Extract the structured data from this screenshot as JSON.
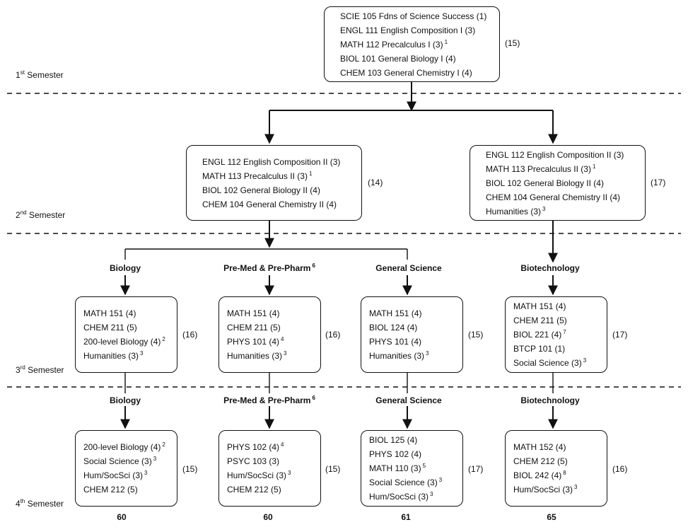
{
  "semesters": {
    "s1": {
      "num": "1",
      "sup": "st",
      "word": "Semester"
    },
    "s2": {
      "num": "2",
      "sup": "nd",
      "word": "Semester"
    },
    "s3": {
      "num": "3",
      "sup": "rd",
      "word": "Semester"
    },
    "s4": {
      "num": "4",
      "sup": "th",
      "word": "Semester"
    }
  },
  "boxes": {
    "sem1": {
      "credits": "(15)",
      "courses": [
        {
          "text": "SCIE 105 Fdns of Science Success (1)",
          "note": ""
        },
        {
          "text": "ENGL 111 English Composition I (3)",
          "note": ""
        },
        {
          "text": "MATH 112 Precalculus I (3)",
          "note": "1"
        },
        {
          "text": "BIOL 101 General Biology I (4)",
          "note": ""
        },
        {
          "text": "CHEM 103 General Chemistry I (4)",
          "note": ""
        }
      ]
    },
    "sem2_left": {
      "credits": "(14)",
      "courses": [
        {
          "text": "ENGL 112 English Composition II (3)",
          "note": ""
        },
        {
          "text": "MATH 113 Precalculus II (3)",
          "note": "1"
        },
        {
          "text": "BIOL 102 General Biology II (4)",
          "note": ""
        },
        {
          "text": "CHEM 104 General Chemistry II (4)",
          "note": ""
        }
      ]
    },
    "sem2_right": {
      "credits": "(17)",
      "courses": [
        {
          "text": "ENGL 112 English Composition II (3)",
          "note": ""
        },
        {
          "text": "MATH 113 Precalculus II (3)",
          "note": "1"
        },
        {
          "text": "BIOL 102 General Biology II (4)",
          "note": ""
        },
        {
          "text": "CHEM 104 General Chemistry II (4)",
          "note": ""
        },
        {
          "text": "Humanities (3)",
          "note": "3"
        }
      ]
    },
    "sem3_biology": {
      "credits": "(16)",
      "courses": [
        {
          "text": "MATH 151 (4)",
          "note": ""
        },
        {
          "text": "CHEM 211 (5)",
          "note": ""
        },
        {
          "text": "200-level Biology (4)",
          "note": "2"
        },
        {
          "text": "Humanities (3)",
          "note": "3"
        }
      ]
    },
    "sem3_premed": {
      "credits": "(16)",
      "courses": [
        {
          "text": "MATH 151 (4)",
          "note": ""
        },
        {
          "text": "CHEM 211 (5)",
          "note": ""
        },
        {
          "text": "PHYS 101 (4)",
          "note": "4"
        },
        {
          "text": "Humanities (3)",
          "note": "3"
        }
      ]
    },
    "sem3_gensci": {
      "credits": "(15)",
      "courses": [
        {
          "text": "MATH 151 (4)",
          "note": ""
        },
        {
          "text": "BIOL 124 (4)",
          "note": ""
        },
        {
          "text": "PHYS 101 (4)",
          "note": ""
        },
        {
          "text": "Humanities (3)",
          "note": "3"
        }
      ]
    },
    "sem3_biotech": {
      "credits": "(17)",
      "courses": [
        {
          "text": "MATH 151 (4)",
          "note": ""
        },
        {
          "text": "CHEM 211 (5)",
          "note": ""
        },
        {
          "text": "BIOL 221 (4)",
          "note": "7"
        },
        {
          "text": "BTCP 101 (1)",
          "note": ""
        },
        {
          "text": "Social Science (3)",
          "note": "3"
        }
      ]
    },
    "sem4_biology": {
      "credits": "(15)",
      "courses": [
        {
          "text": "200-level Biology (4)",
          "note": "2"
        },
        {
          "text": "Social Science (3)",
          "note": "3"
        },
        {
          "text": "Hum/SocSci (3)",
          "note": "3"
        },
        {
          "text": "CHEM 212 (5)",
          "note": ""
        }
      ]
    },
    "sem4_premed": {
      "credits": "(15)",
      "courses": [
        {
          "text": "PHYS 102 (4)",
          "note": "4"
        },
        {
          "text": "PSYC 103 (3)",
          "note": ""
        },
        {
          "text": "Hum/SocSci (3)",
          "note": "3"
        },
        {
          "text": "CHEM 212 (5)",
          "note": ""
        }
      ]
    },
    "sem4_gensci": {
      "credits": "(17)",
      "courses": [
        {
          "text": "BIOL 125 (4)",
          "note": ""
        },
        {
          "text": "PHYS 102 (4)",
          "note": ""
        },
        {
          "text": "MATH 110 (3)",
          "note": "5"
        },
        {
          "text": "Social Science (3)",
          "note": "3"
        },
        {
          "text": "Hum/SocSci (3)",
          "note": "3"
        }
      ]
    },
    "sem4_biotech": {
      "credits": "(16)",
      "courses": [
        {
          "text": "MATH 152 (4)",
          "note": ""
        },
        {
          "text": "CHEM 212 (5)",
          "note": ""
        },
        {
          "text": "BIOL 242 (4)",
          "note": "8"
        },
        {
          "text": "Hum/SocSci (3)",
          "note": "3"
        }
      ]
    }
  },
  "tracks": {
    "biology": {
      "label": "Biology",
      "note": ""
    },
    "premed": {
      "label": "Pre-Med & Pre-Pharm",
      "note": "6"
    },
    "gensci": {
      "label": "General Science",
      "note": ""
    },
    "biotech": {
      "label": "Biotechnology",
      "note": ""
    }
  },
  "totals": {
    "biology": "60",
    "premed": "60",
    "gensci": "61",
    "biotech": "65"
  }
}
